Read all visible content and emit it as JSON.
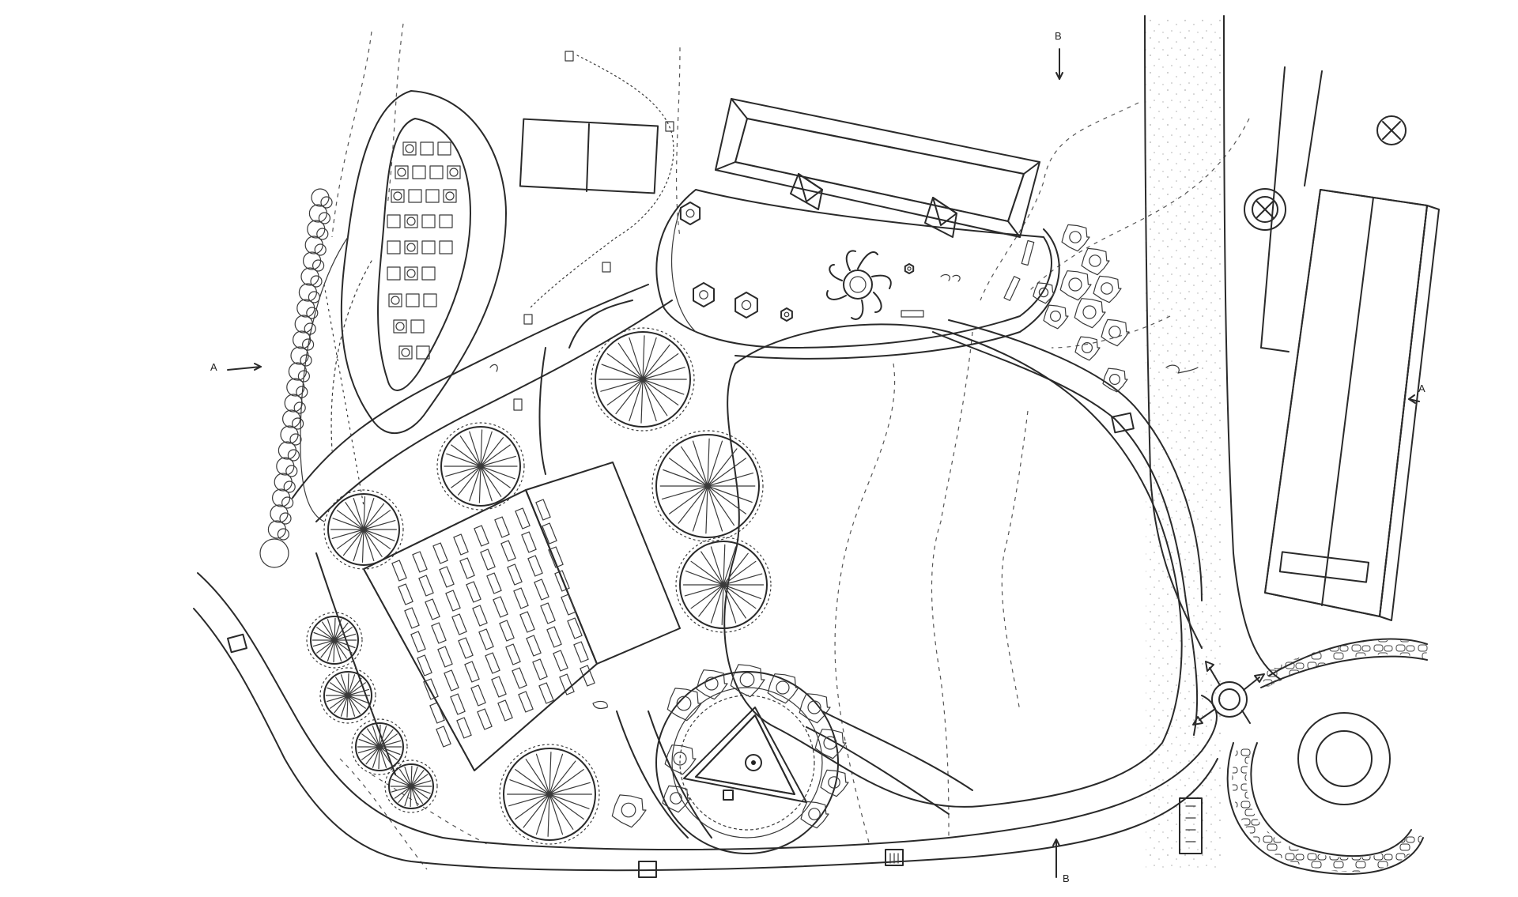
{
  "section_markers": {
    "a_left": "A",
    "a_right": "A",
    "b_top": "B",
    "b_bottom": "B"
  },
  "colors": {
    "ink": "#2a2a2a",
    "paper": "#ffffff",
    "stipple": "#6a6a6a"
  },
  "icons": {
    "north_marker": "compass-circle-icon",
    "roundabout": "roundabout-arrows-icon"
  }
}
